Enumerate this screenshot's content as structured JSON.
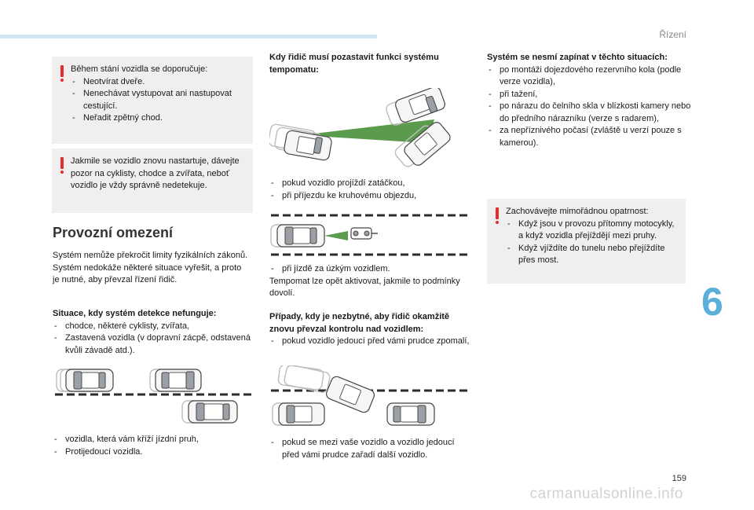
{
  "header": {
    "section": "Řízení",
    "chapter": "6"
  },
  "footer": {
    "page": "159",
    "watermark": "carmanualsonline.info"
  },
  "col1": {
    "warning1": {
      "intro": "Během stání vozidla se doporučuje:",
      "items": [
        "Neotvírat dveře.",
        "Nenechávat vystupovat ani nastupovat cestující.",
        "Neřadit zpětný chod."
      ]
    },
    "warning2": {
      "text": "Jakmile se vozidlo znovu nastartuje, dávejte pozor na cyklisty, chodce a zvířata, neboť vozidlo je vždy správně nedetekuje."
    },
    "heading": "Provozní omezení",
    "para1": "Systém nemůže překročit limity fyzikálních zákonů.",
    "para2": "Systém nedokáže některé situace vyřešit, a proto je nutné, aby převzal řízení řidič.",
    "subheading": "Situace, kdy systém detekce nefunguje:",
    "items": [
      "chodce, některé cyklisty, zvířata,",
      "Zastavená vozidla (v dopravní zácpě, odstavená kvůli závadě atd.)."
    ],
    "items2": [
      "vozidla, která vám kříží jízdní pruh,",
      "Protijedoucí vozidla."
    ]
  },
  "col2": {
    "heading": "Kdy řidič musí pozastavit funkci systému tempomatu:",
    "items1": [
      "pokud vozidlo projíždí zatáčkou,",
      "při příjezdu ke kruhovému objezdu,"
    ],
    "items2": [
      "při jízdě za úzkým vozidlem."
    ],
    "para": "Tempomat lze opět aktivovat, jakmile to podmínky dovolí.",
    "heading2": "Případy, kdy je nezbytné, aby řidič okamžitě znovu převzal kontrolu nad vozidlem:",
    "items3": [
      "pokud vozidlo jedoucí před vámi prudce zpomalí,"
    ],
    "items4": [
      "pokud se mezi vaše vozidlo a vozidlo jedoucí před vámi prudce zařadí další vozidlo."
    ]
  },
  "col3": {
    "heading": "Systém se nesmí zapínat v těchto situacích:",
    "items": [
      "po montáži dojezdového rezervního kola (podle verze vozidla),",
      "při tažení,",
      "po nárazu do čelního skla v blízkosti kamery nebo do předního nárazníku (verze s radarem),",
      "za nepříznivého počasí (zvláště u verzí pouze s kamerou)."
    ],
    "warning": {
      "intro": "Zachovávejte mimořádnou opatrnost:",
      "items": [
        "Když jsou v provozu přítomny motocykly, a když vozidla přejíždějí mezi pruhy.",
        "Když vjíždíte do tunelu nebo přejíždíte přes most."
      ]
    }
  },
  "colors": {
    "warning": "#e62c2c",
    "box": "#efefef",
    "accent": "#5ab0d8",
    "beam": "#3e8a2e"
  }
}
